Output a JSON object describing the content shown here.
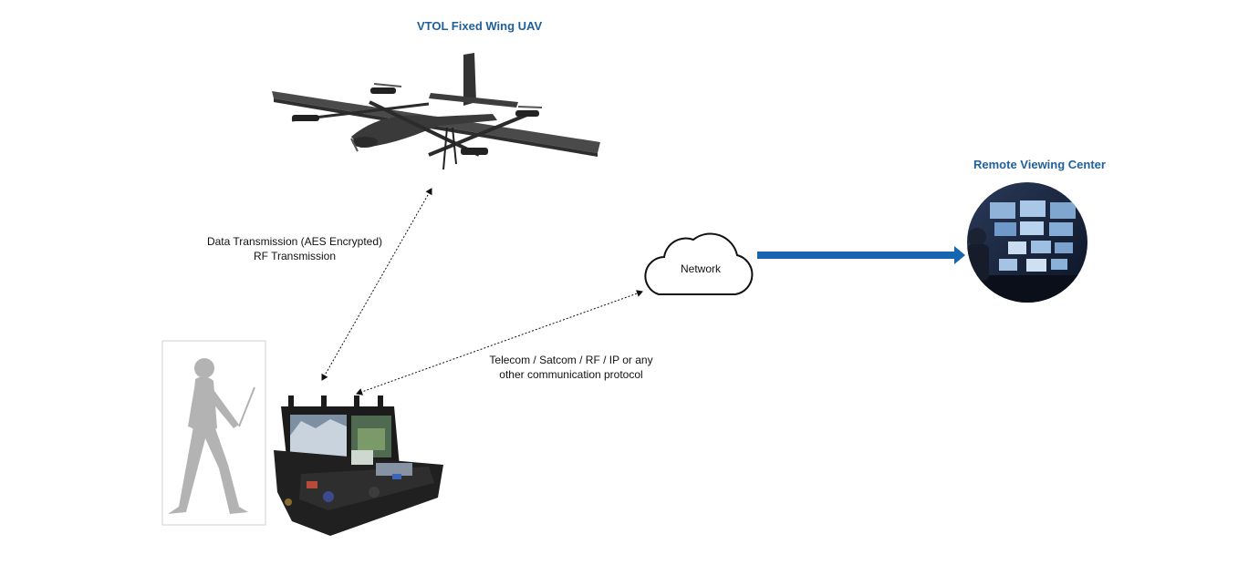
{
  "uav": {
    "title": "VTOL Fixed Wing UAV"
  },
  "remote": {
    "title": "Remote Viewing Center"
  },
  "cloud": {
    "label": "Network"
  },
  "link_uav": {
    "line1": "Data Transmission (AES Encrypted)",
    "line2": "RF Transmission"
  },
  "link_network": {
    "line1": "Telecom / Satcom / RF / IP or any",
    "line2": "other communication protocol"
  },
  "colors": {
    "title_blue": "#1f5f9b",
    "arrow_blue": "#1565b0",
    "silhouette": "#b3b3b3",
    "case_black": "#1b1b1b"
  },
  "icons": [
    "uav-drone-icon",
    "cloud-icon",
    "control-room-icon",
    "walking-soldier-icon",
    "ground-control-station-icon"
  ]
}
